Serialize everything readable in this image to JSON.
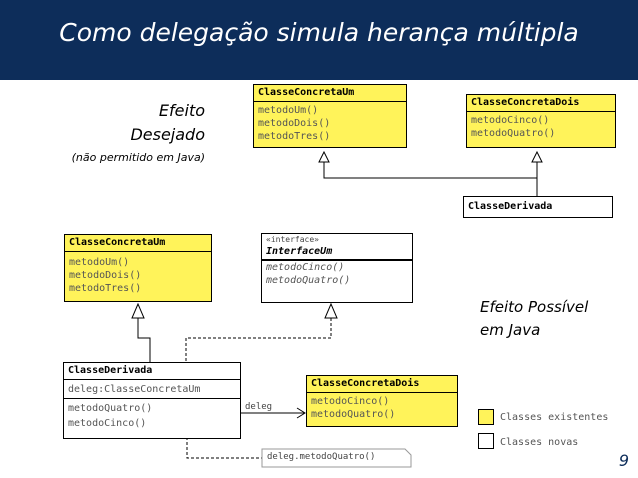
{
  "title": "Como delegação simula herança múltipla",
  "top": {
    "note_line1": "Efeito",
    "note_line2": "Desejado",
    "note_line3": "(não permitido em Java)",
    "classe_um": {
      "name": "ClasseConcretaUm",
      "methods": [
        "metodoUm()",
        "metodoDois()",
        "metodoTres()"
      ]
    },
    "classe_dois": {
      "name": "ClasseConcretaDois",
      "methods": [
        "metodoCinco()",
        "metodoQuatro()"
      ]
    },
    "derivada": {
      "name": "ClasseDerivada"
    }
  },
  "bottom": {
    "classe_um": {
      "name": "ClasseConcretaUm",
      "methods": [
        "metodoUm()",
        "metodoDois()",
        "metodoTres()"
      ]
    },
    "interface": {
      "stereotype": "«interface»",
      "name": "InterfaceUm",
      "methods": [
        "metodoCinco()",
        "metodoQuatro()"
      ]
    },
    "derivada": {
      "name": "ClasseDerivada",
      "attribute": "deleg:ClasseConcretaUm",
      "methods": [
        "metodoQuatro()",
        "metodoCinco()"
      ]
    },
    "classe_dois": {
      "name": "ClasseConcretaDois",
      "methods": [
        "metodoCinco()",
        "metodoQuatro()"
      ]
    },
    "deleg_label": "deleg",
    "note_code": "deleg.metodoQuatro()",
    "note_line1": "Efeito Possível",
    "note_line2": "em Java"
  },
  "legend": {
    "existing": "Classes existentes",
    "new": "Classes novas",
    "existing_color": "#fff35a",
    "new_color": "#ffffff"
  },
  "page_number": "9"
}
